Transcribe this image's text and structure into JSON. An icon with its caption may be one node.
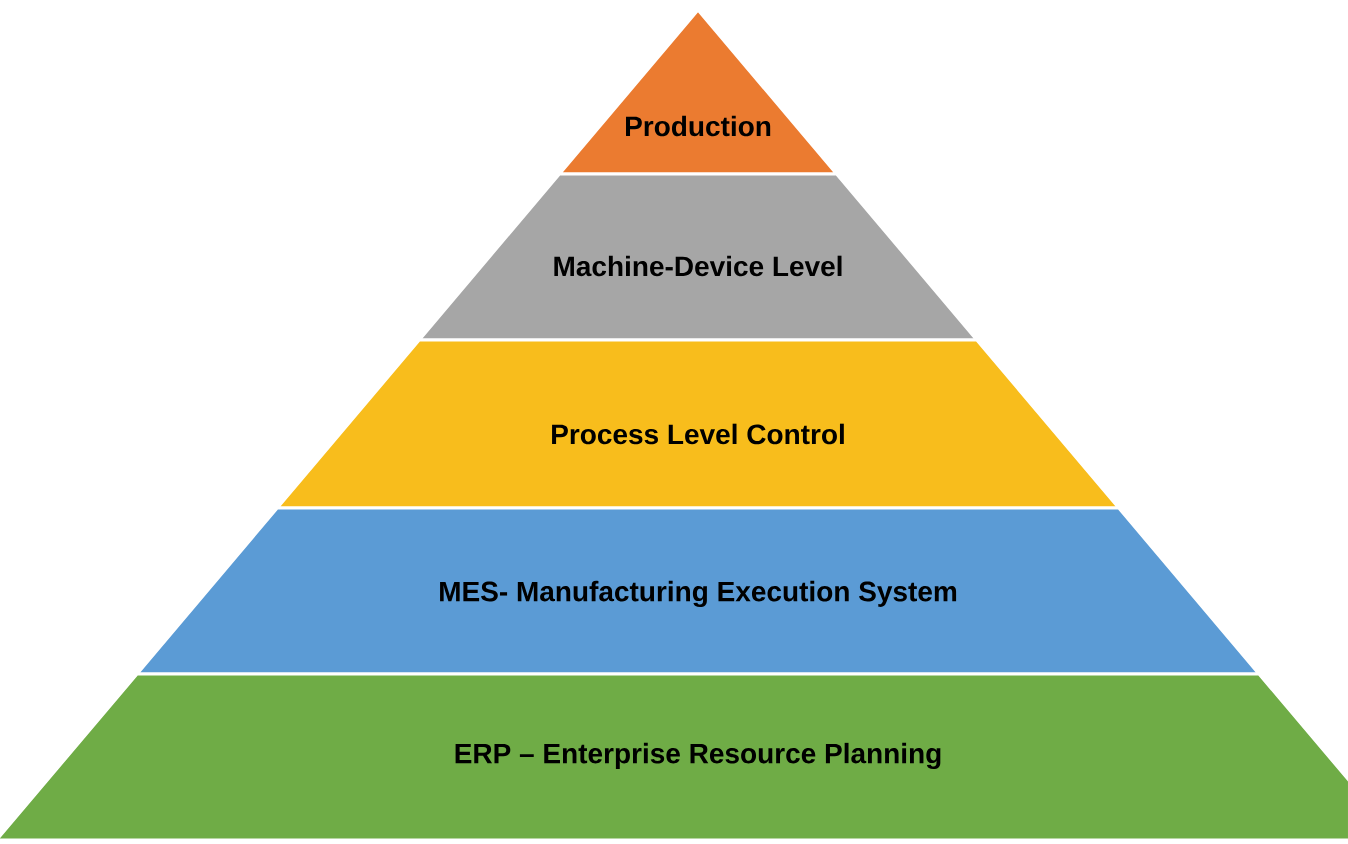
{
  "diagram": {
    "nodes": [
      {
        "text": [
          "Production"
        ]
      },
      {
        "text": [
          "Machine-Device Level"
        ]
      },
      {
        "text": [
          "Process Level Control"
        ]
      },
      {
        "text": [
          "MES- Manufacturing Execution System"
        ]
      },
      {
        "text": [
          "ERP – Enterprise Resource Planning"
        ]
      }
    ]
  }
}
